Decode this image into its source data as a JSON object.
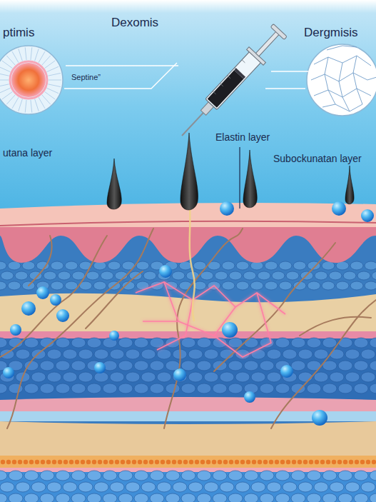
{
  "diagram": {
    "labels": [
      "ptimis",
      "Dexomis",
      "Dergmisis",
      "Septine”",
      "utana layer",
      "Elastin layer",
      "Subockunatan layer"
    ]
  }
}
